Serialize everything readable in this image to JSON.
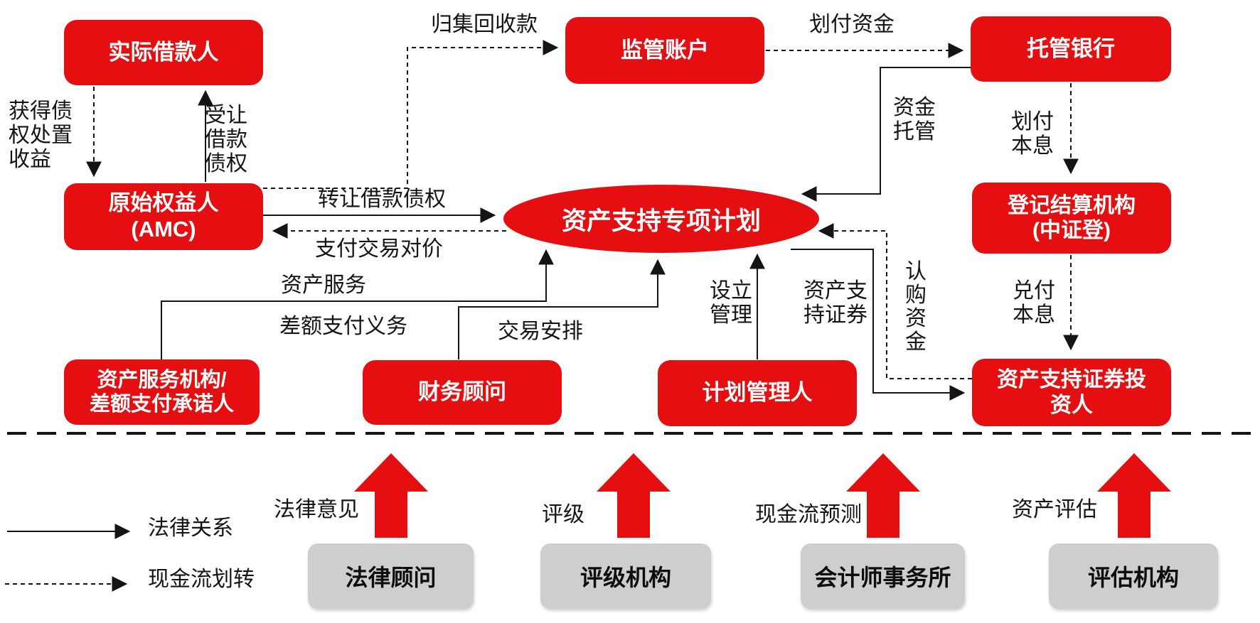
{
  "palette": {
    "red": "#e50f12",
    "gray": "#cecece",
    "ink": "#141414",
    "background": "#ffffff"
  },
  "center": {
    "label": "资产支持专项计划"
  },
  "nodes": {
    "actual_borrower": "实际借款人",
    "supervised_account": "监管账户",
    "custodian_bank": "托管银行",
    "originator": "原始权益人\n(AMC)",
    "registry": "登记结算机构\n(中证登)",
    "asset_servicer": "资产服务机构/\n差额支付承诺人",
    "financial_advisor": "财务顾问",
    "plan_manager": "计划管理人",
    "investors": "资产支持证券投\n资人"
  },
  "intermediaries": {
    "legal": "法律顾问",
    "rating": "评级机构",
    "accounting": "会计师事务所",
    "appraisal": "评估机构"
  },
  "flow_labels": {
    "gain_disposal_proceeds": "获得债\n权处置\n收益",
    "assume_loan_claims": "受让\n借款\n债权",
    "collect_recovery": "归集回收款",
    "transfer_funds": "划付资金",
    "fund_custody": "资金\n托管",
    "pay_principal_interest": "划付\n本息",
    "transfer_claims": "转让借款债权",
    "pay_consideration": "支付交易对价",
    "asset_service": "资产服务",
    "shortfall_payment": "差额支付义务",
    "transaction_arrangement": "交易安排",
    "setup_management": "设立\n管理",
    "abs_securities": "资产支\n持证券",
    "subscription_funds": "认\n购\n资\n金",
    "redeem_principal_interest": "兑付\n本息"
  },
  "service_labels": {
    "legal_opinion": "法律意见",
    "rating": "评级",
    "cashflow_forecast": "现金流预测",
    "asset_appraisal": "资产评估"
  },
  "legend": {
    "solid": "法律关系",
    "dashed": "现金流划转"
  }
}
